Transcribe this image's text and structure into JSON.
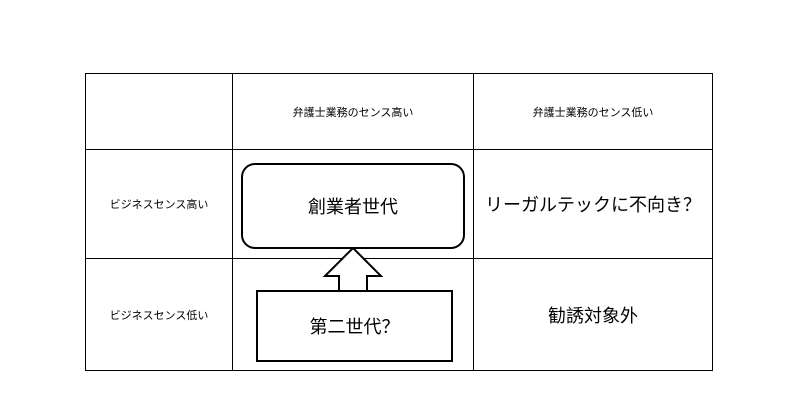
{
  "matrix": {
    "col_headers": [
      "弁護士業務のセンス高い",
      "弁護士業務のセンス低い"
    ],
    "row_headers": [
      "ビジネスセンス高い",
      "ビジネスセンス低い"
    ],
    "cells": {
      "high_business_high_legal": "創業者世代",
      "high_business_low_legal": "リーガルテックに不向き？",
      "low_business_high_legal": "第二世代？",
      "low_business_low_legal": "勧誘対象外"
    }
  },
  "colors": {
    "line": "#000000",
    "background": "#ffffff"
  }
}
